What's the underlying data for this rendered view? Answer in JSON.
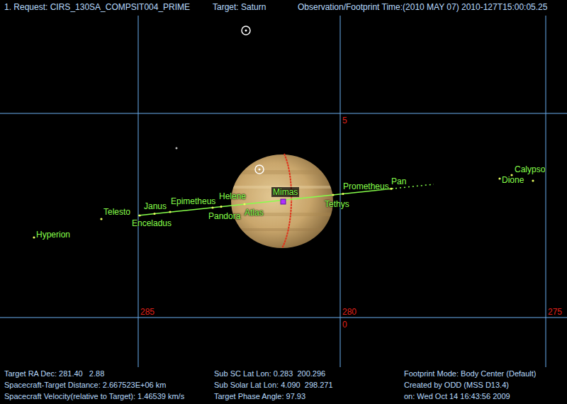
{
  "diagram": {
    "labels": [
      "1. Request: CIRS_130SA_COMPSIT004_PRIME",
      "Target: Saturn",
      "Observation/Footprint Time:(2010 MAY 07) 2010-127T15:00:05.25",
      "5",
      "Hyperion",
      "Telesto",
      "Enceladus",
      "Janus",
      "Epimetheus",
      "Pandora",
      "Helene",
      "Atlas",
      "Mimas",
      "Tethys",
      "Prometheus",
      "Pan",
      "Dione",
      "Calypso",
      "285",
      "280",
      "0",
      "275",
      "Target RA Dec: 281.40   2.88",
      "Sub SC Lat Lon: 0.283  200.296",
      "Footprint Mode: Body Center (Default)",
      "Spacecraft-Target Distance: 2.667523E+06 km",
      "Sub Solar Lat Lon: 4.090  298.271",
      "Created by ODD (MSS D13.4)",
      "Spacecraft Velocity(relative to Target): 1.46539 km/s",
      "Target Phase Angle: 97.93",
      "on: Wed Oct 14 16:43:56 2009"
    ]
  }
}
